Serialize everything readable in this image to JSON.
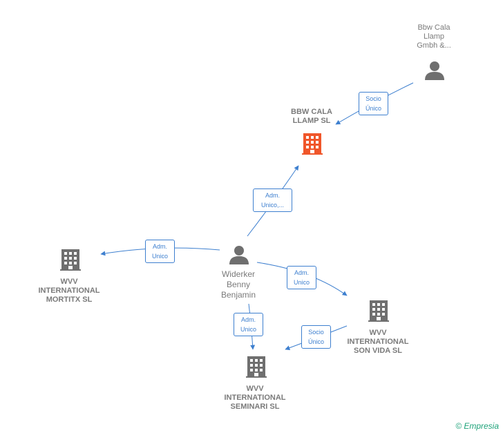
{
  "colors": {
    "edge": "#3d7fcf",
    "node_gray": "#6f6f6f",
    "node_highlight": "#f0562a",
    "brand": "#1fa37a"
  },
  "nodes": {
    "bbw_gmbh": [
      "Bbw Cala",
      "Llamp",
      "Gmbh &..."
    ],
    "bbw_sl": [
      "BBW CALA",
      "LLAMP  SL"
    ],
    "widerker": [
      "Widerker",
      "Benny",
      "Benjamin"
    ],
    "mortitx": [
      "WVV",
      "INTERNATIONAL",
      "MORTITX  SL"
    ],
    "son_vida": [
      "WVV",
      "INTERNATIONAL",
      "SON VIDA  SL"
    ],
    "seminari": [
      "WVV",
      "INTERNATIONAL",
      "SEMINARI  SL"
    ]
  },
  "edges": {
    "gmbh_to_sl": [
      "Socio",
      "Único"
    ],
    "widerker_to_sl": [
      "Adm.",
      "Unico,..."
    ],
    "widerker_to_mortitx": [
      "Adm.",
      "Unico"
    ],
    "widerker_to_son_vida": [
      "Adm.",
      "Unico"
    ],
    "widerker_to_seminari": [
      "Adm.",
      "Unico"
    ],
    "son_vida_to_seminari": [
      "Socio",
      "Único"
    ]
  },
  "brand": {
    "copyright": "©",
    "name": "Empresia"
  }
}
